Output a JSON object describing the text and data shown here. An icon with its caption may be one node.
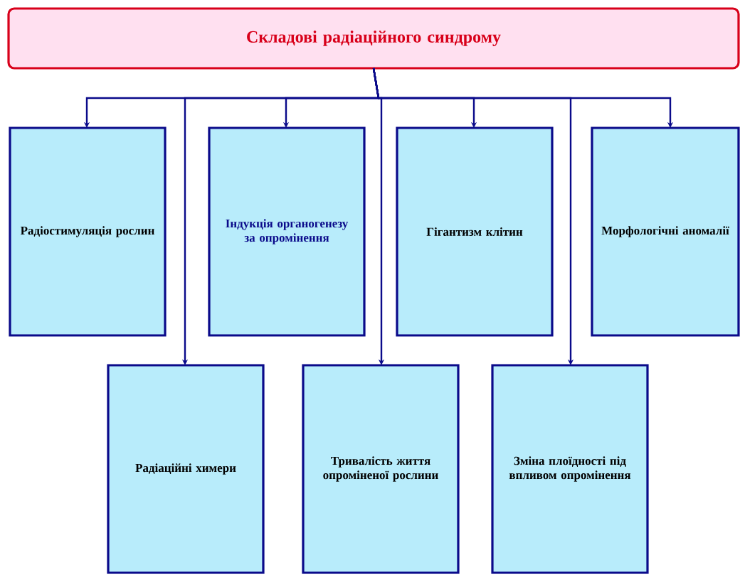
{
  "diagram": {
    "nodes": [
      {
        "text": [
          "Складові радіаційного    синдрому"
        ]
      },
      {
        "text": [
          "Радіостимуляція рослин"
        ]
      },
      {
        "text": [
          "Індукція органогенезу за опромінення"
        ]
      },
      {
        "text": [
          "Гігантизм клітин"
        ]
      },
      {
        "text": [
          "Морфологічні аномалії"
        ]
      },
      {
        "text": [
          "Радіаційні химери"
        ]
      },
      {
        "text": [
          "Тривалість життя опроміненої рослини"
        ]
      },
      {
        "text": [
          "Зміна плоїдності під впливом опромінення"
        ]
      }
    ],
    "edges": [
      {
        "from": 0,
        "to": 1,
        "arrow": "to"
      },
      {
        "from": 0,
        "to": 5,
        "arrow": "to"
      },
      {
        "from": 0,
        "to": 2,
        "arrow": "to"
      },
      {
        "from": 0,
        "to": 6,
        "arrow": "to"
      },
      {
        "from": 0,
        "to": 3,
        "arrow": "to"
      },
      {
        "from": 0,
        "to": 7,
        "arrow": "to"
      },
      {
        "from": 0,
        "to": 4,
        "arrow": "to"
      }
    ]
  }
}
